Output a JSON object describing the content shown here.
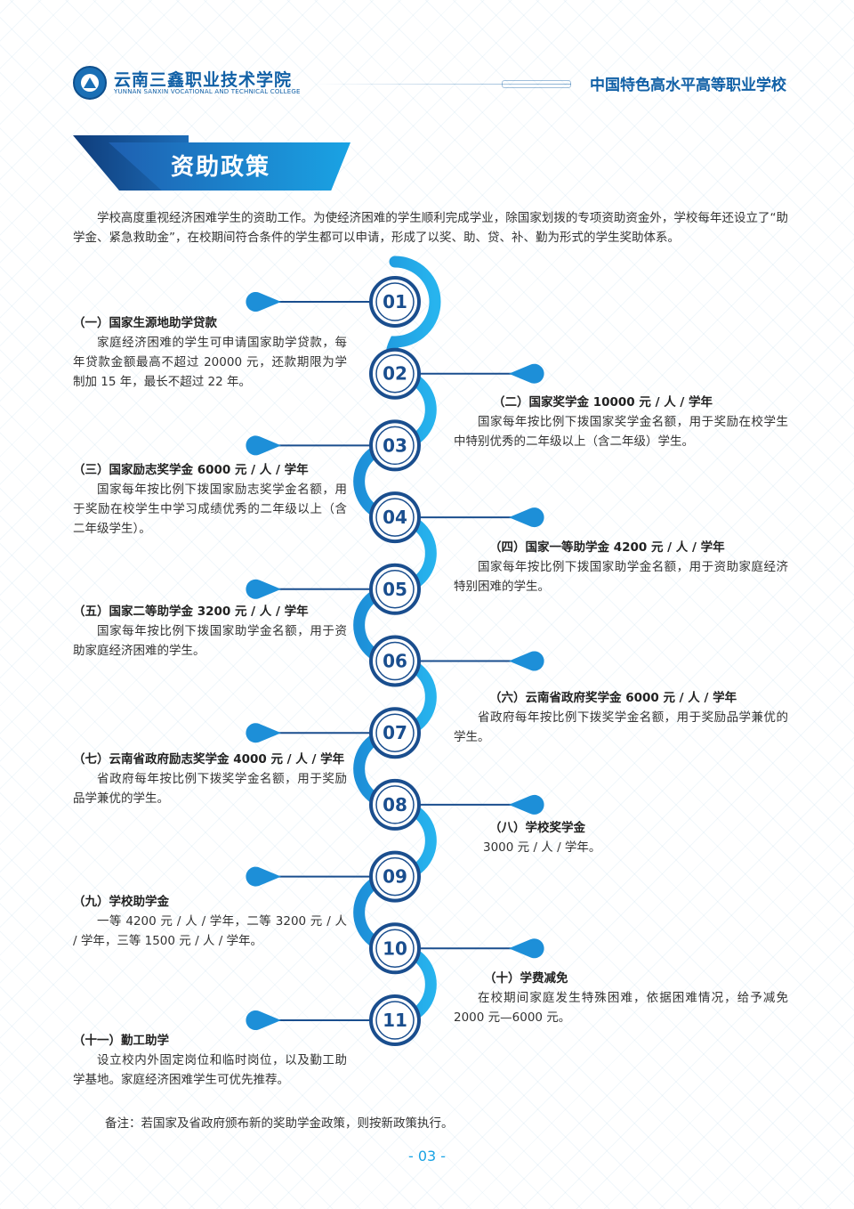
{
  "header": {
    "school_name_cn": "云南三鑫职业技术学院",
    "school_name_en": "YUNNAN SANXIN VOCATIONAL AND TECHNICAL COLLEGE",
    "slogan": "中国特色高水平高等职业学校"
  },
  "section_title": "资助政策",
  "intro": "学校高度重视经济困难学生的资助工作。为使经济困难的学生顺利完成学业，除国家划拨的专项资助资金外，学校每年还设立了“助学金、紧急救助金”，在校期间符合条件的学生都可以申请，形成了以奖、助、贷、补、勤为形式的学生奖助体系。",
  "items": [
    {
      "num": "01",
      "title": "（一）国家生源地助学贷款",
      "desc": "家庭经济困难的学生可申请国家助学贷款，每年贷款金额最高不超过 20000 元，还款期限为学制加 15 年，最长不超过 22 年。"
    },
    {
      "num": "02",
      "title": "（二）国家奖学金 10000 元 / 人 / 学年",
      "desc": "国家每年按比例下拨国家奖学金名额，用于奖励在校学生中特别优秀的二年级以上（含二年级）学生。"
    },
    {
      "num": "03",
      "title": "（三）国家励志奖学金 6000 元 / 人 / 学年",
      "desc": "国家每年按比例下拨国家励志奖学金名额，用于奖励在校学生中学习成绩优秀的二年级以上（含二年级学生）。"
    },
    {
      "num": "04",
      "title": "（四）国家一等助学金 4200 元 / 人 / 学年",
      "desc": "国家每年按比例下拨国家助学金名额，用于资助家庭经济特别困难的学生。"
    },
    {
      "num": "05",
      "title": "（五）国家二等助学金 3200 元 / 人 / 学年",
      "desc": "国家每年按比例下拨国家助学金名额，用于资助家庭经济困难的学生。"
    },
    {
      "num": "06",
      "title": "（六）云南省政府奖学金 6000 元 / 人 / 学年",
      "desc": "省政府每年按比例下拨奖学金名额，用于奖励品学兼优的学生。"
    },
    {
      "num": "07",
      "title": "（七）云南省政府励志奖学金 4000 元 / 人 / 学年",
      "desc": "省政府每年按比例下拨奖学金名额，用于奖励品学兼优的学生。"
    },
    {
      "num": "08",
      "title": "（八）学校奖学金",
      "desc": "3000 元 / 人 / 学年。"
    },
    {
      "num": "09",
      "title": "（九）学校助学金",
      "desc": "一等 4200 元 / 人 / 学年，二等 3200 元 / 人 / 学年，三等 1500 元 / 人 / 学年。"
    },
    {
      "num": "10",
      "title": "（十）学费减免",
      "desc": "在校期间家庭发生特殊困难，依据困难情况，给予减免 2000 元—6000 元。"
    },
    {
      "num": "11",
      "title": "（十一）勤工助学",
      "desc": "设立校内外固定岗位和临时岗位，以及勤工助学基地。家庭经济困难学生可优先推荐。"
    }
  ],
  "note": "备注：若国家及省政府颁布新的奖助学金政策，则按新政策执行。",
  "page_number": "- 03 -",
  "colors": {
    "primary_blue": "#1160a6",
    "dark_navy": "#1a4e8e",
    "light_blue": "#1aa3e4",
    "text": "#333333"
  }
}
